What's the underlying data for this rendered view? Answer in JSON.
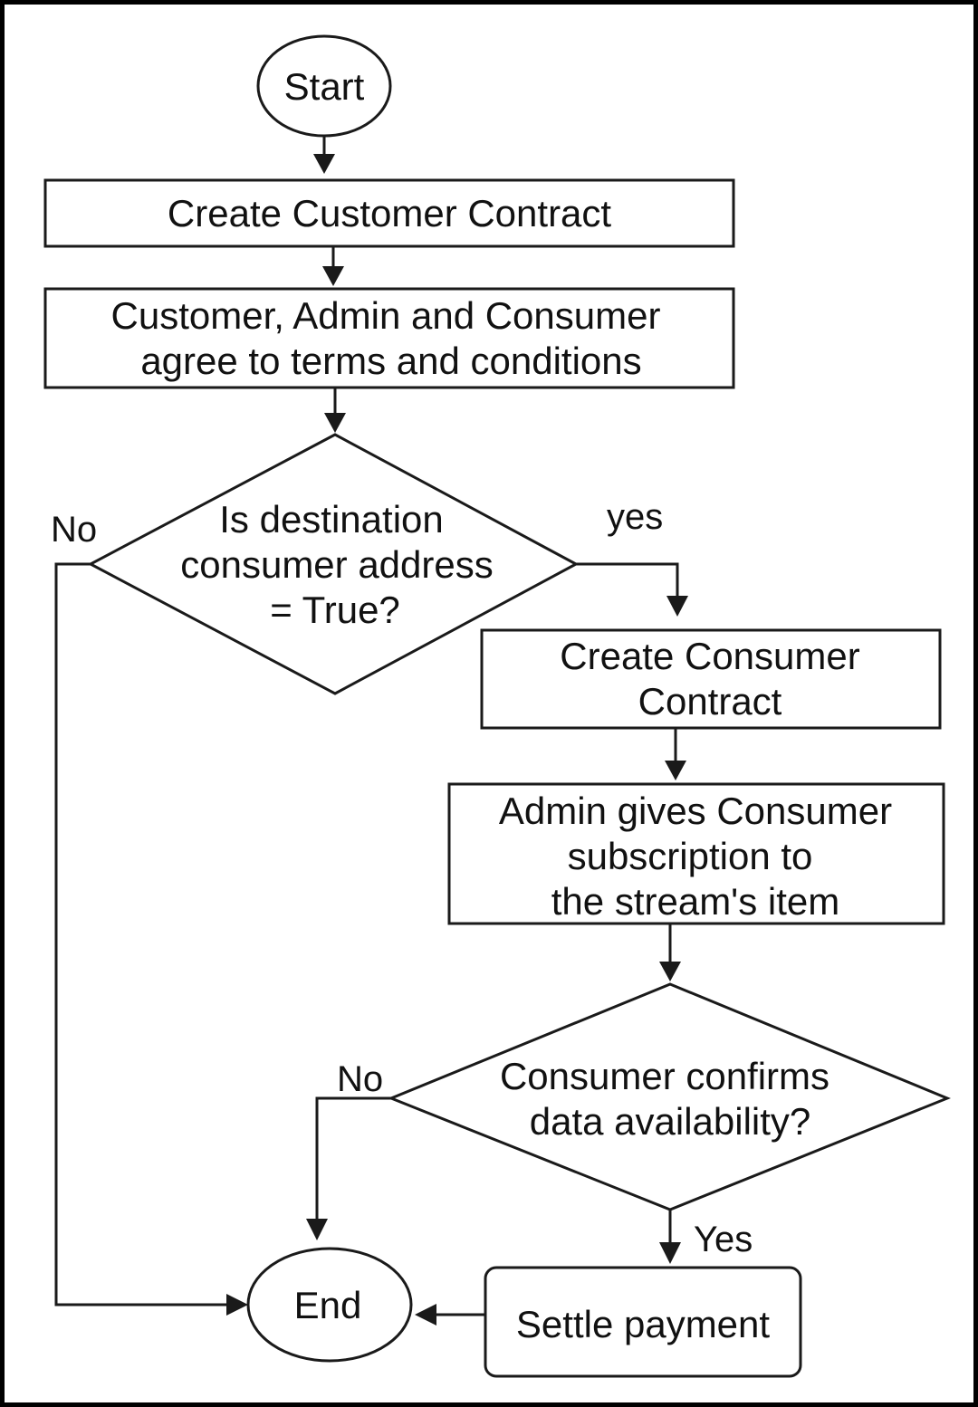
{
  "colors": {
    "background": "#ffffff",
    "frame": "#000000",
    "stroke": "#1a1a1a",
    "text": "#111111"
  },
  "diagram": {
    "type": "flowchart",
    "nodes": {
      "start": {
        "shape": "ellipse",
        "lines": [
          "Start"
        ]
      },
      "create_customer_contract": {
        "shape": "rectangle",
        "lines": [
          "Create Customer Contract"
        ]
      },
      "agree_terms": {
        "shape": "rectangle",
        "lines": [
          "Customer, Admin and Consumer",
          "agree to terms and conditions"
        ]
      },
      "destination_decision": {
        "shape": "diamond",
        "lines": [
          "Is destination",
          "consumer address",
          "= True?"
        ]
      },
      "create_consumer_contract": {
        "shape": "rectangle",
        "lines": [
          "Create Consumer",
          "Contract"
        ]
      },
      "admin_subscription": {
        "shape": "rectangle",
        "lines": [
          "Admin gives Consumer",
          "subscription to",
          "the stream's item"
        ]
      },
      "availability_decision": {
        "shape": "diamond",
        "lines": [
          "Consumer confirms",
          "data availability?"
        ]
      },
      "settle_payment": {
        "shape": "rounded-rectangle",
        "lines": [
          "Settle payment"
        ]
      },
      "end": {
        "shape": "ellipse",
        "lines": [
          "End"
        ]
      }
    },
    "edge_labels": {
      "destination_no": "No",
      "destination_yes": "yes",
      "availability_no": "No",
      "availability_yes": "Yes"
    },
    "edges": [
      {
        "from": "start",
        "to": "create_customer_contract"
      },
      {
        "from": "create_customer_contract",
        "to": "agree_terms"
      },
      {
        "from": "agree_terms",
        "to": "destination_decision"
      },
      {
        "from": "destination_decision",
        "to": "create_consumer_contract",
        "label": "yes"
      },
      {
        "from": "destination_decision",
        "to": "end",
        "label": "No"
      },
      {
        "from": "create_consumer_contract",
        "to": "admin_subscription"
      },
      {
        "from": "admin_subscription",
        "to": "availability_decision"
      },
      {
        "from": "availability_decision",
        "to": "settle_payment",
        "label": "Yes"
      },
      {
        "from": "availability_decision",
        "to": "end",
        "label": "No"
      },
      {
        "from": "settle_payment",
        "to": "end"
      }
    ]
  }
}
